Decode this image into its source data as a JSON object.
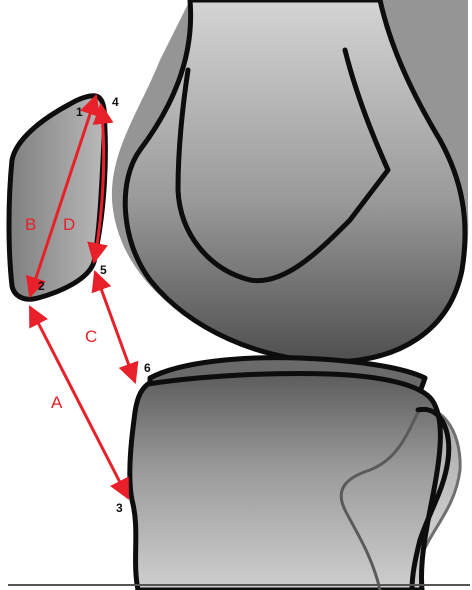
{
  "colors": {
    "arrow": "#e8202a",
    "outline": "#0d0d0d",
    "bone_light": "#bdbdbd",
    "bone_dark": "#4a4a4a",
    "shadow": "#7a7a7a"
  },
  "points": [
    "1",
    "2",
    "3",
    "4",
    "5",
    "6"
  ],
  "lines": [
    "A",
    "B",
    "C",
    "D"
  ]
}
